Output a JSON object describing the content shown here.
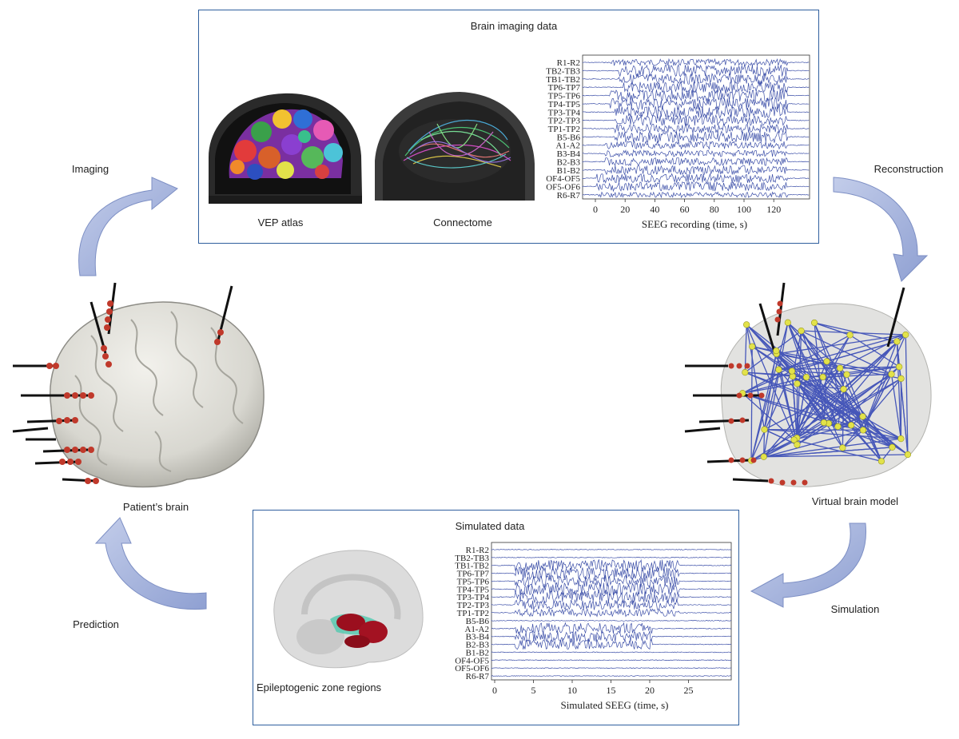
{
  "top_panel": {
    "title": "Brain imaging data",
    "captions": {
      "atlas": "VEP atlas",
      "connectome": "Connectome",
      "seeg": "SEEG recording (time, s)"
    },
    "channels": [
      "R1-R2",
      "TB2-TB3",
      "TB1-TB2",
      "TP6-TP7",
      "TP5-TP6",
      "TP4-TP5",
      "TP3-TP4",
      "TP2-TP3",
      "TP1-TP2",
      "B5-B6",
      "A1-A2",
      "B3-B4",
      "B2-B3",
      "B1-B2",
      "OF4-OF5",
      "OF5-OF6",
      "R6-R7"
    ],
    "xticks": [
      "0",
      "20",
      "40",
      "60",
      "80",
      "100",
      "120"
    ]
  },
  "bottom_panel": {
    "title": "Simulated data",
    "captions": {
      "ez": "Epileptogenic zone regions",
      "seeg": "Simulated SEEG (time, s)"
    },
    "channels": [
      "R1-R2",
      "TB2-TB3",
      "TB1-TB2",
      "TP6-TP7",
      "TP5-TP6",
      "TP4-TP5",
      "TP3-TP4",
      "TP2-TP3",
      "TP1-TP2",
      "B5-B6",
      "A1-A2",
      "B3-B4",
      "B2-B3",
      "B1-B2",
      "OF4-OF5",
      "OF5-OF6",
      "R6-R7"
    ],
    "xticks": [
      "0",
      "5",
      "10",
      "15",
      "20",
      "25"
    ]
  },
  "cycle": {
    "imaging": "Imaging",
    "reconstruction": "Reconstruction",
    "simulation": "Simulation",
    "prediction": "Prediction",
    "patient_brain": "Patient’s brain",
    "virtual_brain": "Virtual brain model"
  },
  "colors": {
    "panel_border": "#2f5f9e",
    "arrow": "#a7b6dd",
    "arrow_edge": "#7d8fc4",
    "trace": "#3c4fa8",
    "electrode": "#c0392b",
    "node": "#e2e24a",
    "edge": "#2b3fb3"
  }
}
